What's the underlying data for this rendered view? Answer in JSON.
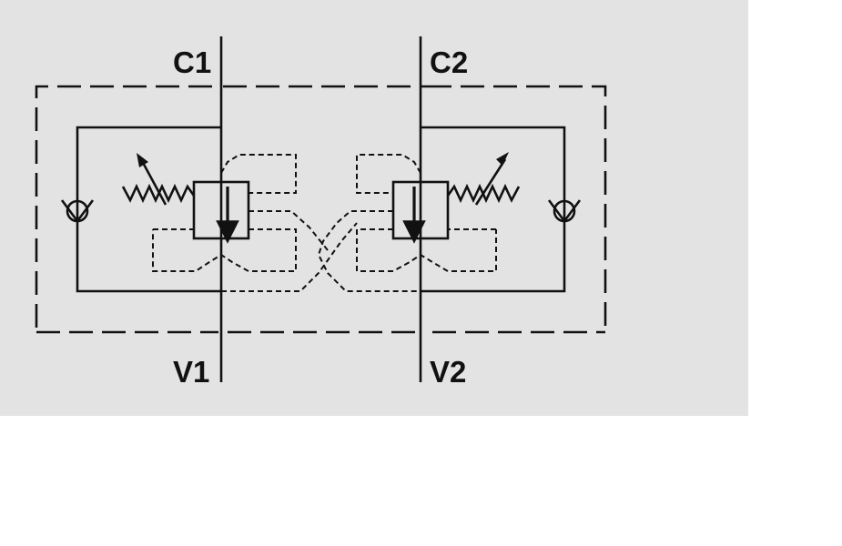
{
  "diagram": {
    "ports": {
      "c1": "C1",
      "c2": "C2",
      "v1": "V1",
      "v2": "V2"
    },
    "colors": {
      "background": "#e3e3e3",
      "line": "#111111"
    }
  }
}
